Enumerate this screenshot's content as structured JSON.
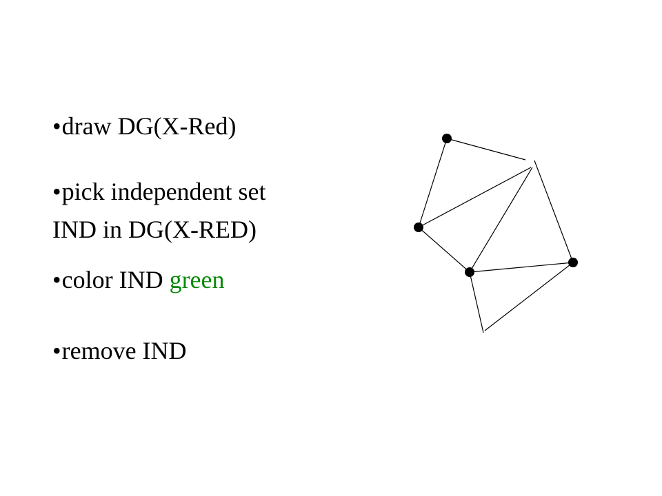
{
  "bullets": [
    {
      "text": "draw DG(X-Red)"
    },
    {
      "text": "pick independent set",
      "continuation": "IND in DG(X-RED)"
    },
    {
      "prefix": "color IND ",
      "highlight": "green"
    },
    {
      "text": "remove IND"
    }
  ],
  "bullet_glyph": "•",
  "colors": {
    "text": "#000000",
    "highlight": "#0a8a0a",
    "background": "#ffffff"
  }
}
